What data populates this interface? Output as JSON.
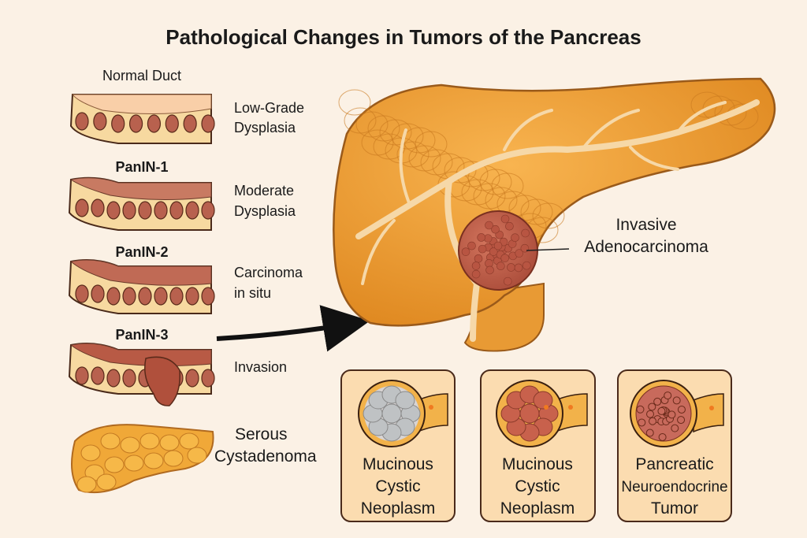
{
  "title": "Pathological Changes in Tumors of the Pancreas",
  "stages": [
    {
      "label": "Normal Duct",
      "description": [
        "Low-Grade",
        "Dysplasia"
      ]
    },
    {
      "label": "PanIN-1",
      "description": [
        "Moderate",
        "Dysplasia"
      ]
    },
    {
      "label": "PanIN-2",
      "description": [
        "Carcinoma",
        "in situ"
      ]
    },
    {
      "label": "PanIN-3",
      "description": [
        "Invasion"
      ]
    }
  ],
  "serous": [
    "Serous",
    "Cystadenoma"
  ],
  "invasive": [
    "Invasive",
    "Adenocarcinoma"
  ],
  "boxes": [
    {
      "lines": [
        "Mucinous",
        "Cystic",
        "Neoplasm"
      ]
    },
    {
      "lines": [
        "Mucinous",
        "Cystic",
        "Neoplasm"
      ]
    },
    {
      "lines": [
        "Pancreatic",
        "Neuroendocrine",
        "Tumor"
      ]
    }
  ],
  "colors": {
    "background": "#fbf1e5",
    "pancreas": "#f2a23a",
    "duct": "#f7d9a0",
    "nucleus": "#b8614e",
    "tumor": "#c4604c",
    "box": "#fbdcb0"
  }
}
